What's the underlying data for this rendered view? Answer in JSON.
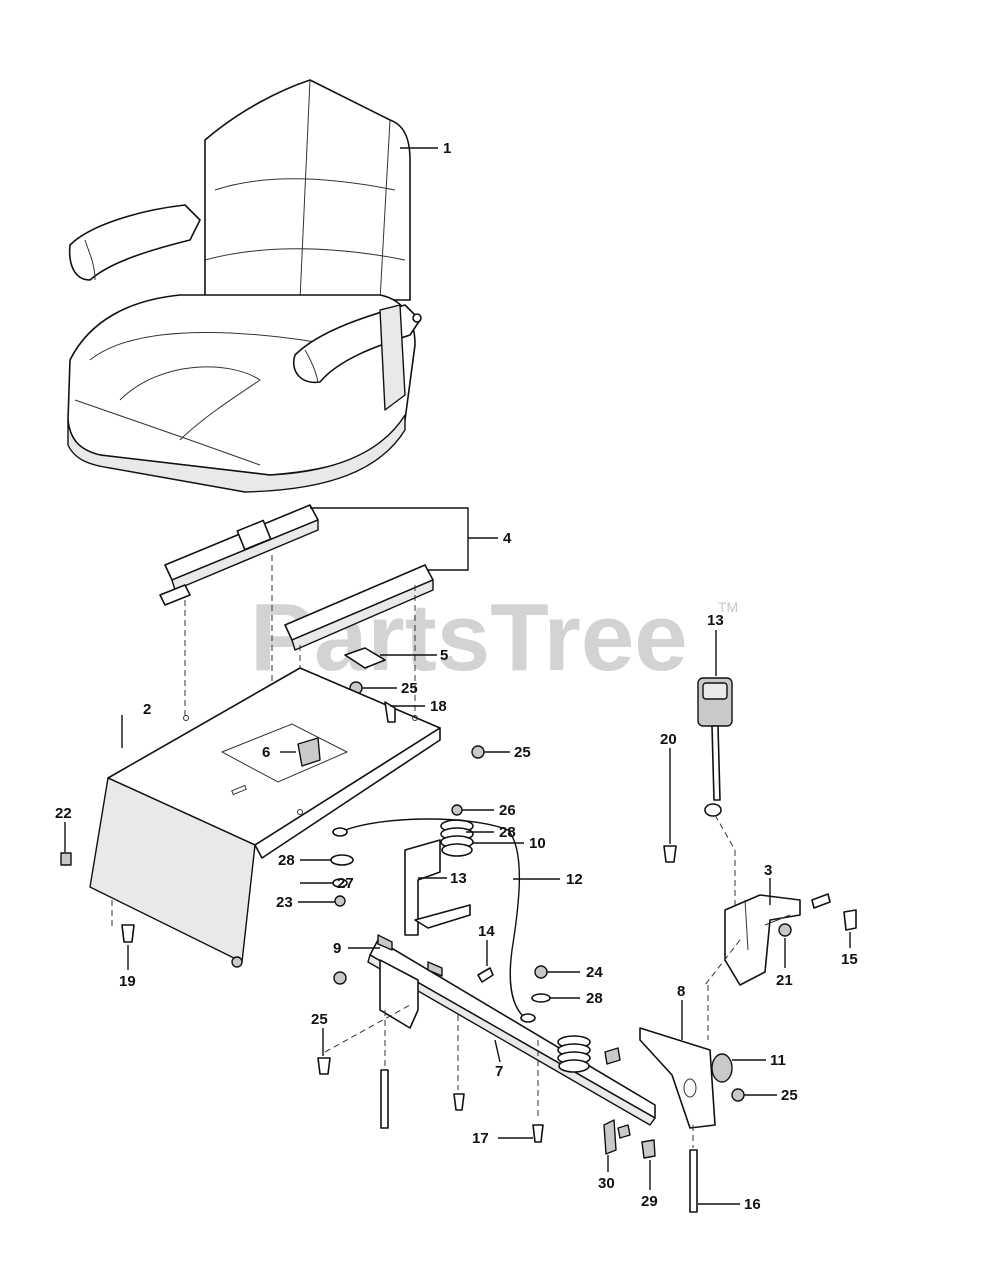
{
  "watermark": {
    "text": "PartsTree",
    "tm": "TM"
  },
  "callouts": {
    "c1": "1",
    "c2": "2",
    "c3": "3",
    "c4": "4",
    "c5": "5",
    "c6": "6",
    "c7": "7",
    "c8": "8",
    "c9": "9",
    "c10": "10",
    "c11": "11",
    "c12": "12",
    "c13a": "13",
    "c13b": "13",
    "c14": "14",
    "c15": "15",
    "c16": "16",
    "c17": "17",
    "c18": "18",
    "c19": "19",
    "c20": "20",
    "c21": "21",
    "c22": "22",
    "c23": "23",
    "c24": "24",
    "c25a": "25",
    "c25b": "25",
    "c25c": "25",
    "c25d": "25",
    "c26": "26",
    "c27": "27",
    "c28a": "28",
    "c28b": "28",
    "c28c": "28",
    "c29": "29",
    "c30": "30"
  }
}
